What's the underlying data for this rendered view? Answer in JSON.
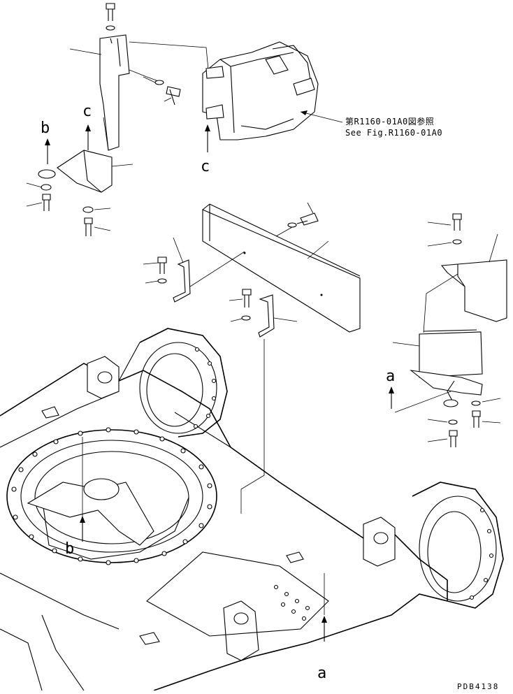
{
  "figure": {
    "reference_note_jp": "第R1160-01A0図参照",
    "reference_note_en": "See Fig.R1160-01A0",
    "figure_code": "PDB4138"
  },
  "callouts": {
    "a_top": "a",
    "a_bottom": "a",
    "b_top": "b",
    "b_bottom": "b",
    "c_top": "c",
    "c_bottom": "c"
  }
}
